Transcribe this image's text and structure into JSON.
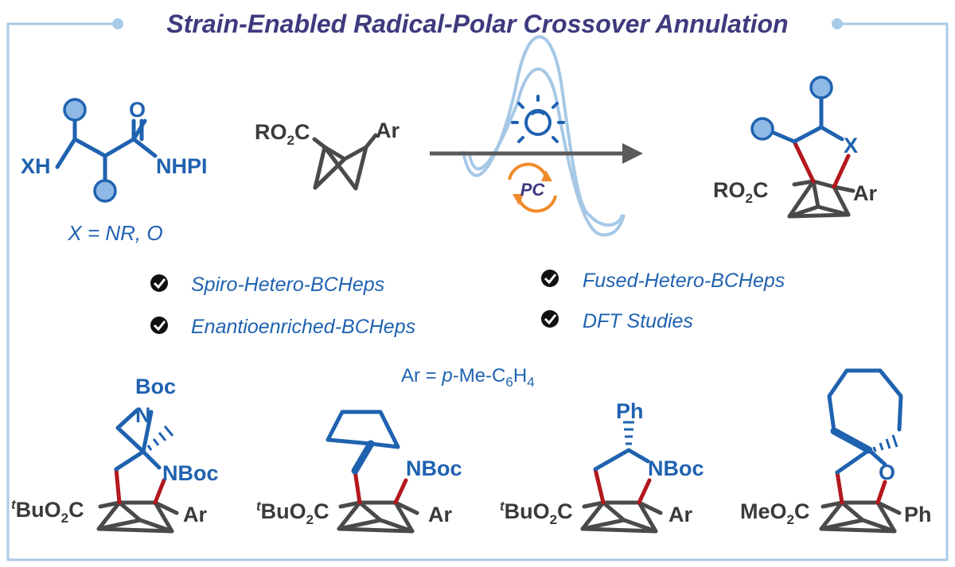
{
  "title": "Strain-Enabled Radical-Polar Crossover Annulation",
  "reactant1": {
    "xh": "XH",
    "o": "O",
    "nhpi": "NHPI",
    "x_definition": "X = NR, O"
  },
  "reactant2": {
    "ester": "RO",
    "ester_sub": "2",
    "ester_c": "C",
    "ar": "Ar"
  },
  "catalyst": {
    "pc": "PC"
  },
  "product": {
    "x": "X",
    "ester": "RO",
    "ester_sub": "2",
    "ester_c": "C",
    "ar": "Ar"
  },
  "features": [
    {
      "text": "Spiro-Hetero-BCHeps"
    },
    {
      "text": "Fused-Hetero-BCHeps"
    },
    {
      "text": "Enantioenriched-BCHeps"
    },
    {
      "text": "DFT Studies"
    }
  ],
  "ar_note": {
    "prefix": "Ar = ",
    "p": "p",
    "mid": "-Me-C",
    "sub6": "6",
    "h": "H",
    "sub4": "4"
  },
  "examples": [
    {
      "boc": "Boc",
      "n": "N",
      "nboc": "NBoc",
      "ester_sup": "t",
      "ester": "BuO",
      "ester_sub": "2",
      "ester_c": "C",
      "ar": "Ar"
    },
    {
      "nboc": "NBoc",
      "ester_sup": "t",
      "ester": "BuO",
      "ester_sub": "2",
      "ester_c": "C",
      "ar": "Ar"
    },
    {
      "ph_top": "Ph",
      "nboc": "NBoc",
      "ester_sup": "t",
      "ester": "BuO",
      "ester_sub": "2",
      "ester_c": "C",
      "ar": "Ar"
    },
    {
      "o": "O",
      "ester": "MeO",
      "ester_sub": "2",
      "ester_c": "C",
      "ph": "Ph"
    }
  ],
  "colors": {
    "frame": "#a9cbe8",
    "title": "#3e3a7e",
    "blue": "#1f62b0",
    "gray": "#4a4a4a",
    "red": "#b3181d",
    "orange": "#f08a2b"
  }
}
